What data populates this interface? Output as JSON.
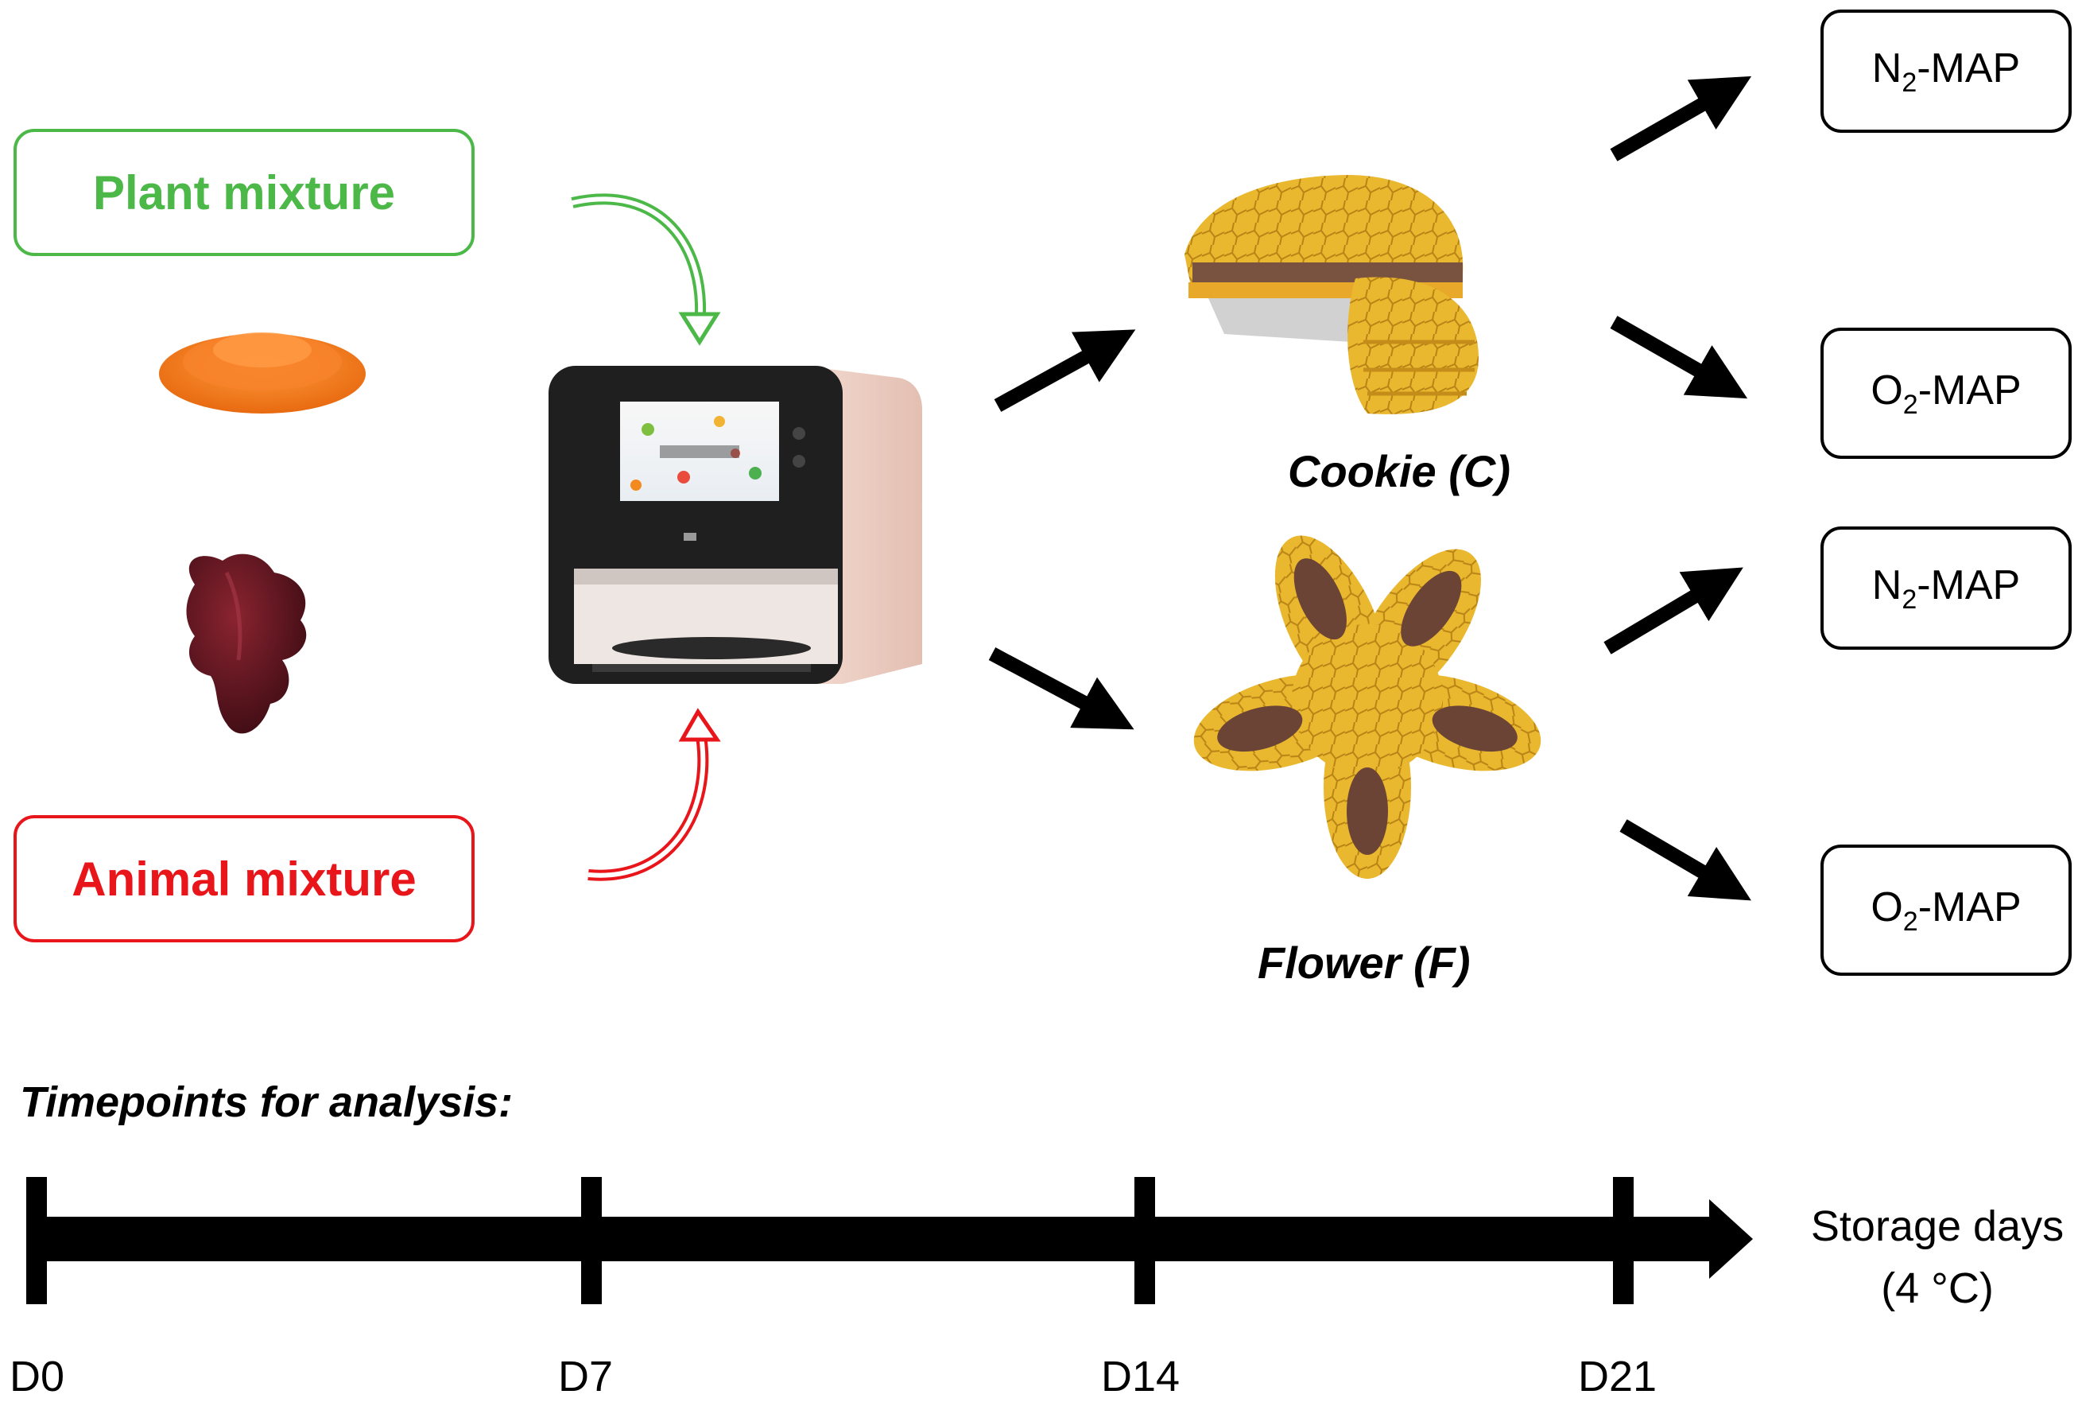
{
  "inputs": {
    "plant": {
      "label": "Plant mixture",
      "color": "#4CB848"
    },
    "animal": {
      "label": "Animal mixture",
      "color": "#E8161B"
    }
  },
  "products": {
    "cookie": {
      "label": "Cookie (C)"
    },
    "flower": {
      "label": "Flower (F)"
    }
  },
  "packaging": [
    {
      "gas": "N",
      "sub": "2",
      "suffix": "-MAP"
    },
    {
      "gas": "O",
      "sub": "2",
      "suffix": "-MAP"
    },
    {
      "gas": "N",
      "sub": "2",
      "suffix": "-MAP"
    },
    {
      "gas": "O",
      "sub": "2",
      "suffix": "-MAP"
    }
  ],
  "timeline": {
    "title": "Timepoints for analysis:",
    "days": [
      "D0",
      "D7",
      "D14",
      "D21"
    ],
    "axis_label_line1": "Storage days",
    "axis_label_line2": "(4 °C)"
  },
  "icons": {
    "lentils": "lentil-pile-icon",
    "liver": "liver-icon",
    "printer": "food-3d-printer-icon",
    "cookie": "cookie-icon",
    "flower": "flower-cookie-icon"
  },
  "colors": {
    "food_yellow": "#E8B330",
    "food_brown": "#6B4436",
    "arrow": "#000000"
  }
}
